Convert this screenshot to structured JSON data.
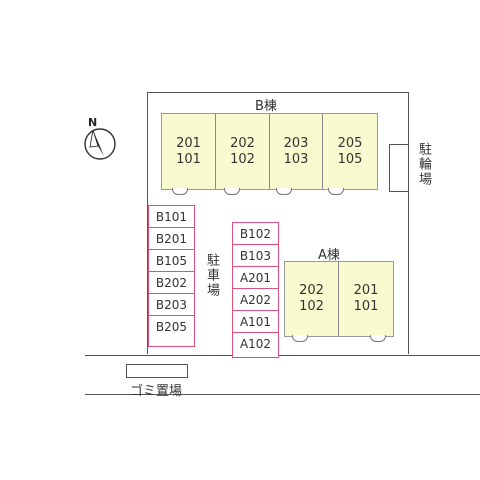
{
  "compass": {
    "label": "N"
  },
  "building_b": {
    "label": "B棟",
    "units": [
      {
        "top": "201",
        "bottom": "101"
      },
      {
        "top": "202",
        "bottom": "102"
      },
      {
        "top": "203",
        "bottom": "103"
      },
      {
        "top": "205",
        "bottom": "105"
      }
    ]
  },
  "building_a": {
    "label": "A棟",
    "units": [
      {
        "top": "202",
        "bottom": "102"
      },
      {
        "top": "201",
        "bottom": "101"
      }
    ]
  },
  "parking": {
    "label": "駐車場",
    "left_column": [
      "B101",
      "B201",
      "B105",
      "B202",
      "B203",
      "B205"
    ],
    "middle_column": [
      "B102",
      "B103",
      "A201",
      "A202",
      "A101",
      "A102"
    ]
  },
  "bike_parking": {
    "label": "駐輪場"
  },
  "garbage": {
    "label": "ゴミ置場"
  },
  "colors": {
    "building_fill": "#fafad0",
    "parking_border": "#e0507a",
    "outline": "#555555"
  }
}
